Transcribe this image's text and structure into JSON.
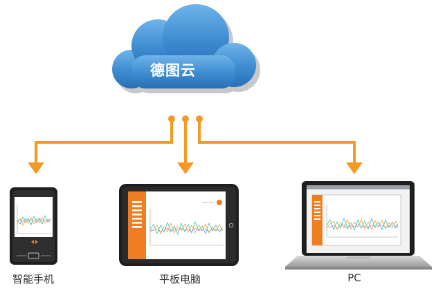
{
  "cloud": {
    "label": "德图云"
  },
  "devices": {
    "smartphone": {
      "label": "智能手机"
    },
    "tablet": {
      "label": "平板电脑"
    },
    "pc": {
      "label": "PC"
    }
  },
  "colors": {
    "connector": "#f39a24",
    "cloud_fill": "#3d8bd0",
    "device_accent": "#ef7d22",
    "device_body": "#1e1e1e"
  }
}
